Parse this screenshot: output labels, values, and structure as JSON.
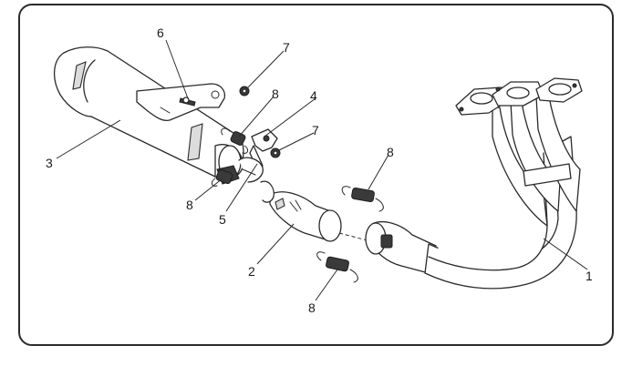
{
  "callouts": {
    "c1": "1",
    "c2": "2",
    "c3": "3",
    "c4": "4",
    "c5": "5",
    "c6": "6",
    "c7a": "7",
    "c7b": "7",
    "c8a": "8",
    "c8b": "8",
    "c8c": "8",
    "c8d": "8"
  }
}
